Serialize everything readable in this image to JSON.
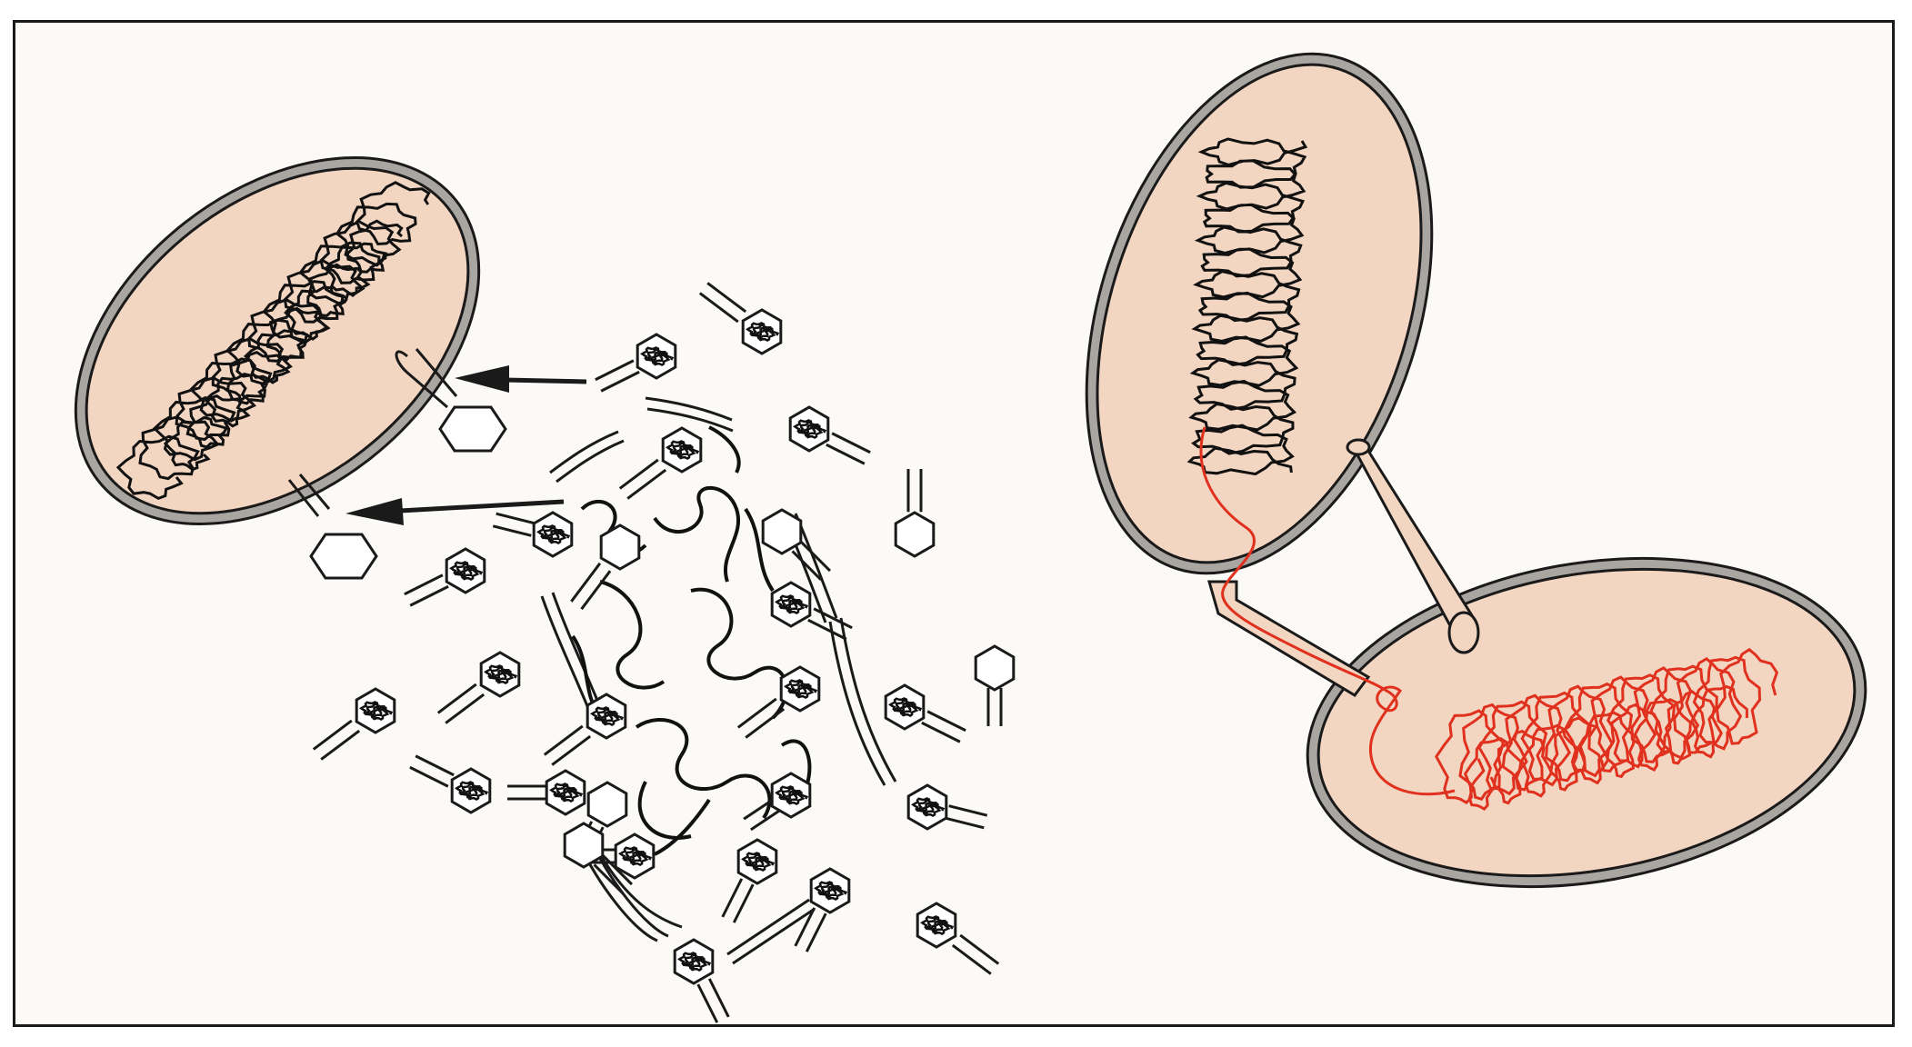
{
  "figure": {
    "cell_fill": "#f3d6c2",
    "cell_wall_color": "#a9a6a2",
    "outline_color": "#1a1a1a",
    "donor_dna_color": "#111111",
    "transferred_dna_color": "#e0301e",
    "background_color": "#fbfaf7"
  },
  "left_panel": {
    "infected_cell": {
      "icon": "bacterium-cell"
    },
    "attacking_phages": 2,
    "free_phages": 27,
    "dna_fragments": "chromosome-fragments"
  },
  "right_panel": {
    "donor_cell": {
      "icon": "bacterium-cell"
    },
    "recipient_cell": {
      "icon": "bacterium-cell"
    },
    "connection": "conjugation-bridge"
  }
}
